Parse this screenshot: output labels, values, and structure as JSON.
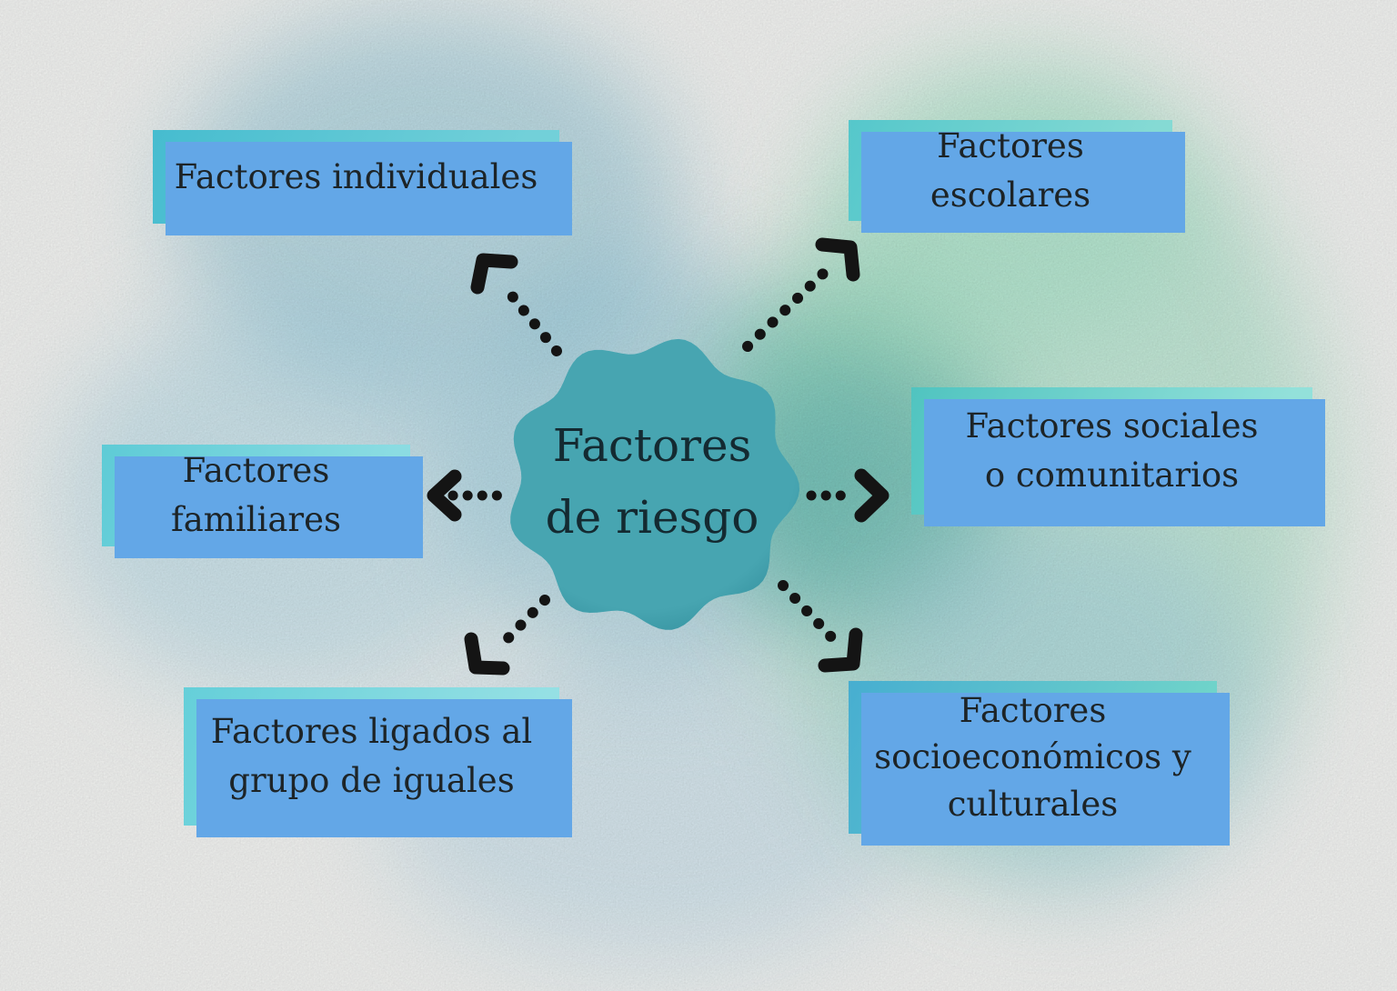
{
  "diagram": {
    "center": {
      "label": [
        "Factores",
        "de riesgo"
      ]
    },
    "nodes": [
      {
        "id": "individuales",
        "label": [
          "Factores individuales"
        ],
        "fill": [
          "#46bccf",
          "#72d0d9"
        ]
      },
      {
        "id": "escolares",
        "label": [
          "Factores",
          "escolares"
        ],
        "fill": [
          "#55c7cb",
          "#85dad4"
        ]
      },
      {
        "id": "familiares",
        "label": [
          "Factores",
          "familiares"
        ],
        "fill": [
          "#5ecbd6",
          "#8bdce2"
        ]
      },
      {
        "id": "sociales",
        "label": [
          "Factores sociales",
          "o comunitarios"
        ],
        "fill": [
          "#50c4c0",
          "#93e1da"
        ]
      },
      {
        "id": "grupo-iguales",
        "label": [
          "Factores ligados al",
          "grupo de iguales"
        ],
        "fill": [
          "#65cfd9",
          "#95e0e4"
        ]
      },
      {
        "id": "socioeconomicos",
        "label": [
          "Factores",
          "socioeconómicos y",
          "culturales"
        ],
        "fill": [
          "#47aed0",
          "#6fd3ca"
        ]
      }
    ],
    "arrows": [
      {
        "icon": "dotted-arrow-icon",
        "to": "individuales",
        "direction": "up-left"
      },
      {
        "icon": "dotted-arrow-icon",
        "to": "escolares",
        "direction": "up-right"
      },
      {
        "icon": "dotted-arrow-icon",
        "to": "familiares",
        "direction": "left"
      },
      {
        "icon": "dotted-arrow-icon",
        "to": "sociales",
        "direction": "right"
      },
      {
        "icon": "dotted-arrow-icon",
        "to": "grupo-iguales",
        "direction": "down-left"
      },
      {
        "icon": "dotted-arrow-icon",
        "to": "socioeconomicos",
        "direction": "down-right"
      }
    ],
    "colors": {
      "bg": "#f5f6f4",
      "shadow": "#63a7e7",
      "arrow": "#141414",
      "text": "#1d2427",
      "center-inner": "#47a5b1",
      "center-outer": "#338f9d",
      "center-text": "#142a31"
    }
  }
}
